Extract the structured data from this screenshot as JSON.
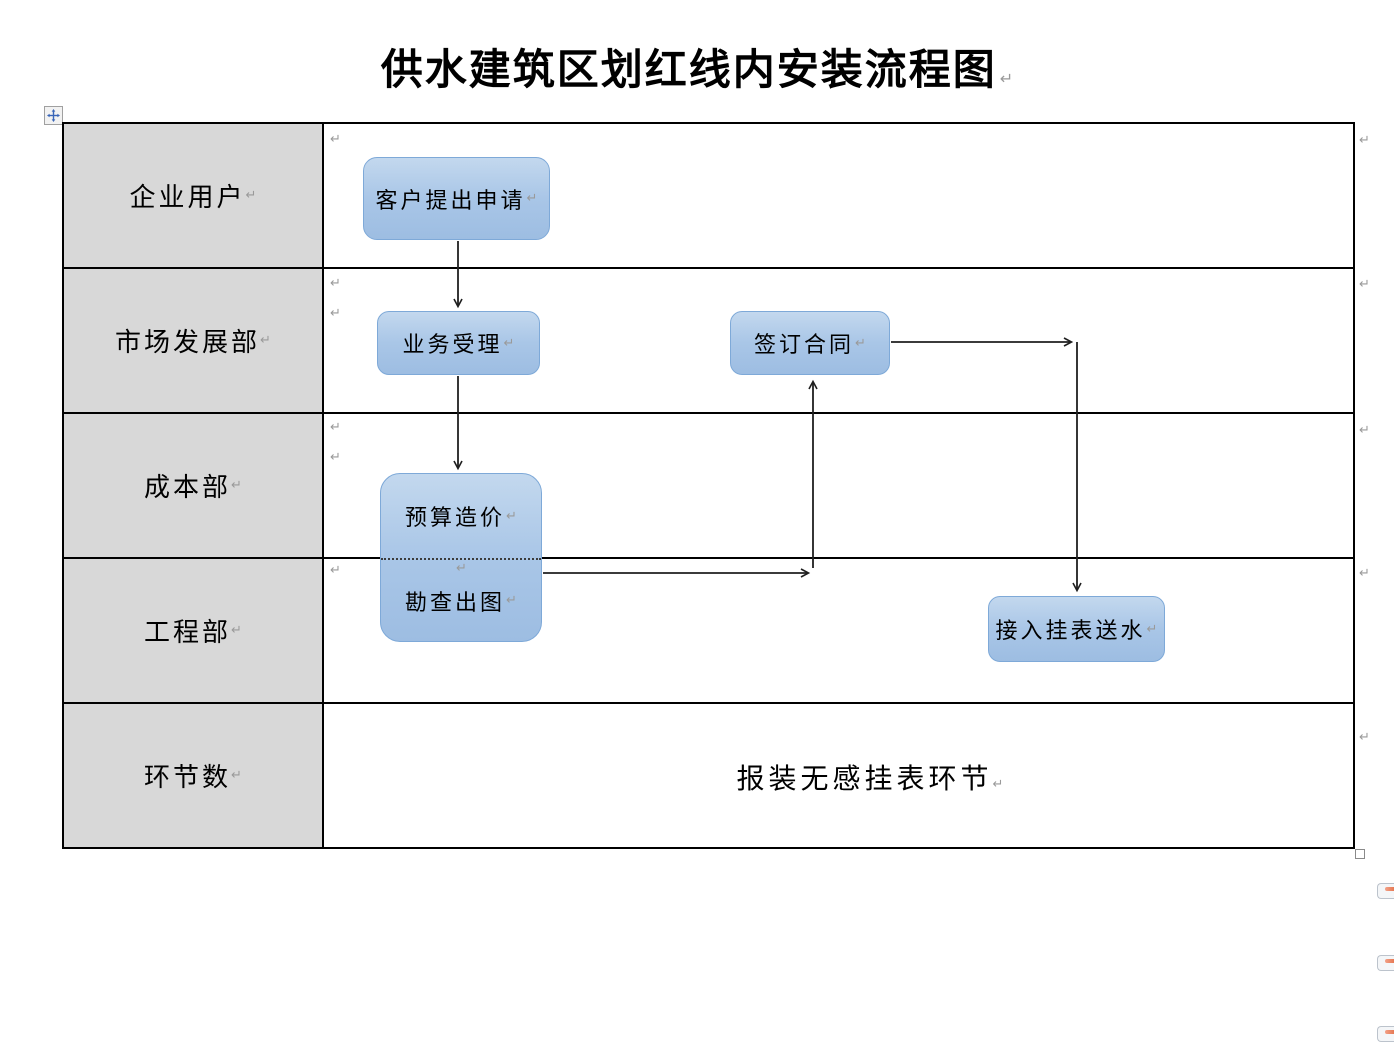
{
  "page": {
    "title": "供水建筑区划红线内安装流程图"
  },
  "marks": {
    "pilcrow": "↵"
  },
  "swimlanes": [
    {
      "label": "企业用户"
    },
    {
      "label": "市场发展部"
    },
    {
      "label": "成本部"
    },
    {
      "label": "工程部"
    },
    {
      "label": "环节数"
    }
  ],
  "flowchart": {
    "nodes": [
      {
        "id": "apply",
        "label": "客户提出申请",
        "lane": "企业用户"
      },
      {
        "id": "accept",
        "label": "业务受理",
        "lane": "市场发展部"
      },
      {
        "id": "contract",
        "label": "签订合同",
        "lane": "市场发展部"
      },
      {
        "id": "budget",
        "label": "预算造价",
        "lane": "成本部"
      },
      {
        "id": "survey",
        "label": "勘查出图",
        "lane": "工程部"
      },
      {
        "id": "connect",
        "label": "接入挂表送水",
        "lane": "工程部"
      }
    ],
    "connectors": [
      {
        "from": "客户提出申请",
        "to": "业务受理",
        "shape": "straight-down"
      },
      {
        "from": "业务受理",
        "to": "预算造价",
        "shape": "straight-down"
      },
      {
        "from": "勘查出图",
        "to": "签订合同",
        "shape": "right-then-up"
      },
      {
        "from": "签订合同",
        "to": "接入挂表送水",
        "shape": "right-then-down"
      }
    ]
  },
  "footer_note": "报装无感挂表环节",
  "colors": {
    "node_fill_top": "#c3d8ee",
    "node_fill_bottom": "#9dbde2",
    "node_border": "#7ea9d8",
    "lane_bg": "#d8d8d8",
    "table_border": "#000000",
    "arrow": "#1f1f1f",
    "move_handle_blue": "#3a66b8",
    "margin_icon_accent": "#dd5a2c"
  }
}
